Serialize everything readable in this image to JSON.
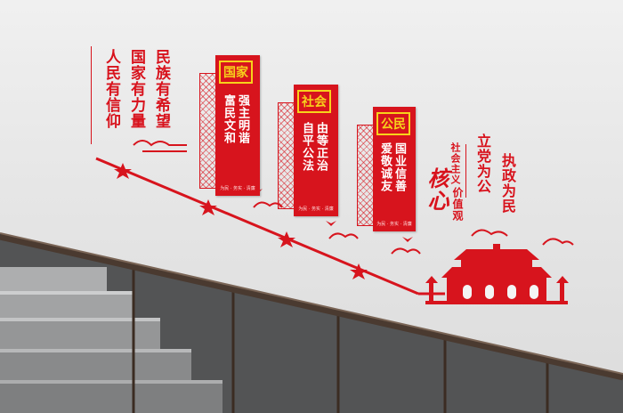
{
  "left_block": {
    "col1": "人民有信仰",
    "col2": "国家有力量",
    "col3": "民族有希望"
  },
  "banners": [
    {
      "tag": "国家",
      "col_a": "富民文和",
      "col_b": "强主明谐",
      "footer": "为民 · 务实 · 清廉"
    },
    {
      "tag": "社会",
      "col_a": "自平公法",
      "col_b": "由等正治",
      "footer": "为民 · 务实 · 清廉"
    },
    {
      "tag": "公民",
      "col_a": "爱敬诚友",
      "col_b": "国业信善",
      "footer": "为民 · 务实 · 清廉"
    }
  ],
  "core": {
    "top_text": "社会主义",
    "big_text": "核心",
    "side_text": "价值观"
  },
  "slogans": {
    "slogan1": "立党为公",
    "slogan2": "执政为民"
  },
  "colors": {
    "brand_red": "#d7141d",
    "accent_yellow": "#f7d21b",
    "wall": "#e6e6e6",
    "handrail": "#4a3a30"
  }
}
